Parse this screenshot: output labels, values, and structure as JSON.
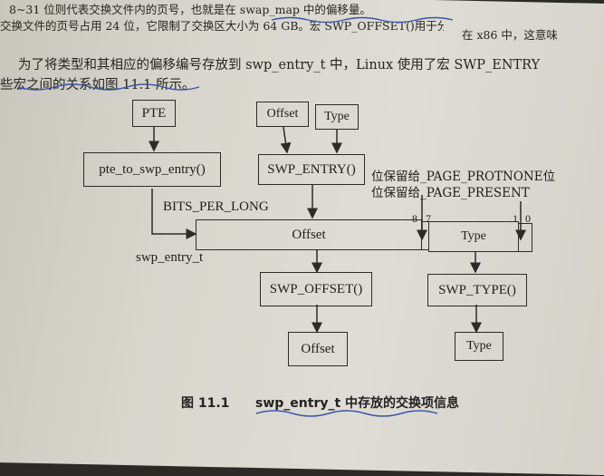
{
  "text_lines": {
    "line0": "8~31 位则代表交换文件内的页号，也就是在 swap_map 中的偏移量。",
    "line1": "交换文件的页号占用 24 位，它限制了交换区大小为 64 GB。宏 SWP_OFFSET()用于分离偏",
    "line2": "为了将类型和其相应的偏移编号存放到 swp_entry_t 中，Linux 使用了宏 SWP_ENTRY",
    "line3": "些宏之间的关系如图 11.1 所示。",
    "line1_tail": "在 x86 中，这意味"
  },
  "diagram": {
    "pte": "PTE",
    "offset_in": "Offset",
    "type_in": "Type",
    "pte_to_swp": "pte_to_swp_entry()",
    "swp_entry_fn": "SWP_ENTRY()",
    "bits_per_long": "BITS_PER_LONG",
    "reserved_protnone": "位保留给_PAGE_PROTNONE位",
    "reserved_present": "位保留给_PAGE_PRESENT",
    "bit8": "8",
    "bit7": "7",
    "bit1": "1",
    "bit0": "0",
    "entry_offset": "Offset",
    "entry_type": "Type",
    "swp_entry_t": "swp_entry_t",
    "swp_offset_fn": "SWP_OFFSET()",
    "swp_type_fn": "SWP_TYPE()",
    "offset_out": "Offset",
    "type_out": "Type"
  },
  "caption": {
    "number": "图 11.1",
    "title": "swp_entry_t 中存放的交换项信息"
  }
}
